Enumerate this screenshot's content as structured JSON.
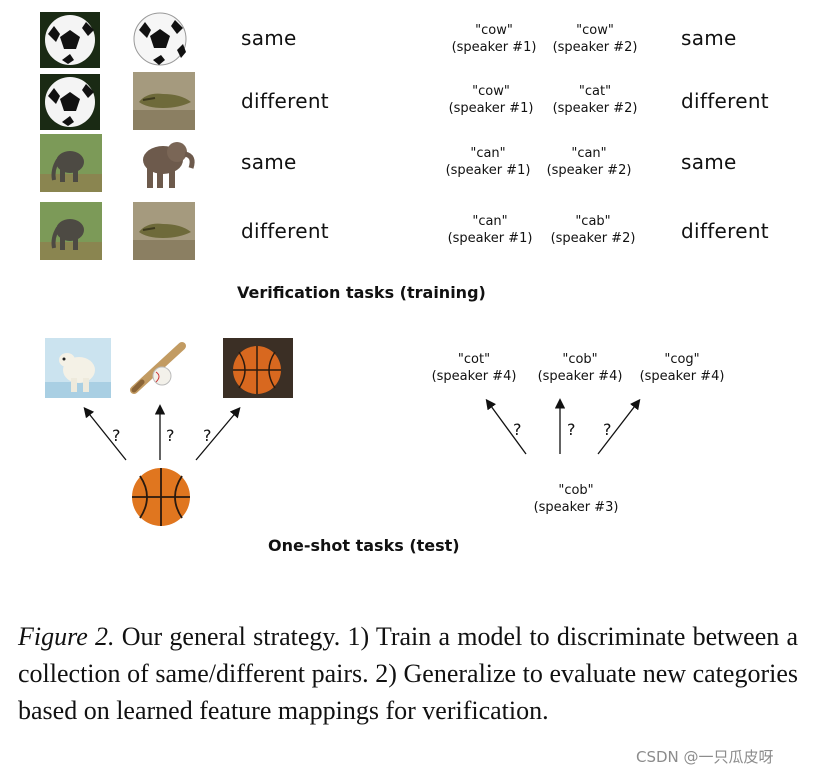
{
  "training": {
    "rows": [
      {
        "image_label": "same",
        "word_a": "\"cow\"",
        "speaker_a": "(speaker #1)",
        "word_b": "\"cow\"",
        "speaker_b": "(speaker #2)",
        "audio_label": "same"
      },
      {
        "image_label": "different",
        "word_a": "\"cow\"",
        "speaker_a": "(speaker #1)",
        "word_b": "\"cat\"",
        "speaker_b": "(speaker #2)",
        "audio_label": "different"
      },
      {
        "image_label": "same",
        "word_a": "\"can\"",
        "speaker_a": "(speaker #1)",
        "word_b": "\"can\"",
        "speaker_b": "(speaker #2)",
        "audio_label": "same"
      },
      {
        "image_label": "different",
        "word_a": "\"can\"",
        "speaker_a": "(speaker #1)",
        "word_b": "\"cab\"",
        "speaker_b": "(speaker #2)",
        "audio_label": "different"
      }
    ],
    "heading": "Verification tasks (training)"
  },
  "test": {
    "candidates": [
      {
        "word": "\"cot\"",
        "speaker": "(speaker #4)"
      },
      {
        "word": "\"cob\"",
        "speaker": "(speaker #4)"
      },
      {
        "word": "\"cog\"",
        "speaker": "(speaker #4)"
      }
    ],
    "query": {
      "word": "\"cob\"",
      "speaker": "(speaker #3)"
    },
    "question_mark": "?",
    "heading": "One-shot tasks (test)"
  },
  "caption": {
    "figure_label": "Figure 2.",
    "text": " Our general strategy.  1) Train a model to discriminate between a collection of same/different pairs.  2) Generalize to evaluate new categories based on learned feature mappings for verification."
  },
  "watermark": "CSDN @一只瓜皮呀",
  "icons": {
    "soccer": "soccer-ball-icon",
    "crocodile": "crocodile-icon",
    "elephant": "elephant-icon",
    "polar_bear": "polar-bear-icon",
    "bat": "baseball-bat-icon",
    "basketball": "basketball-icon"
  }
}
